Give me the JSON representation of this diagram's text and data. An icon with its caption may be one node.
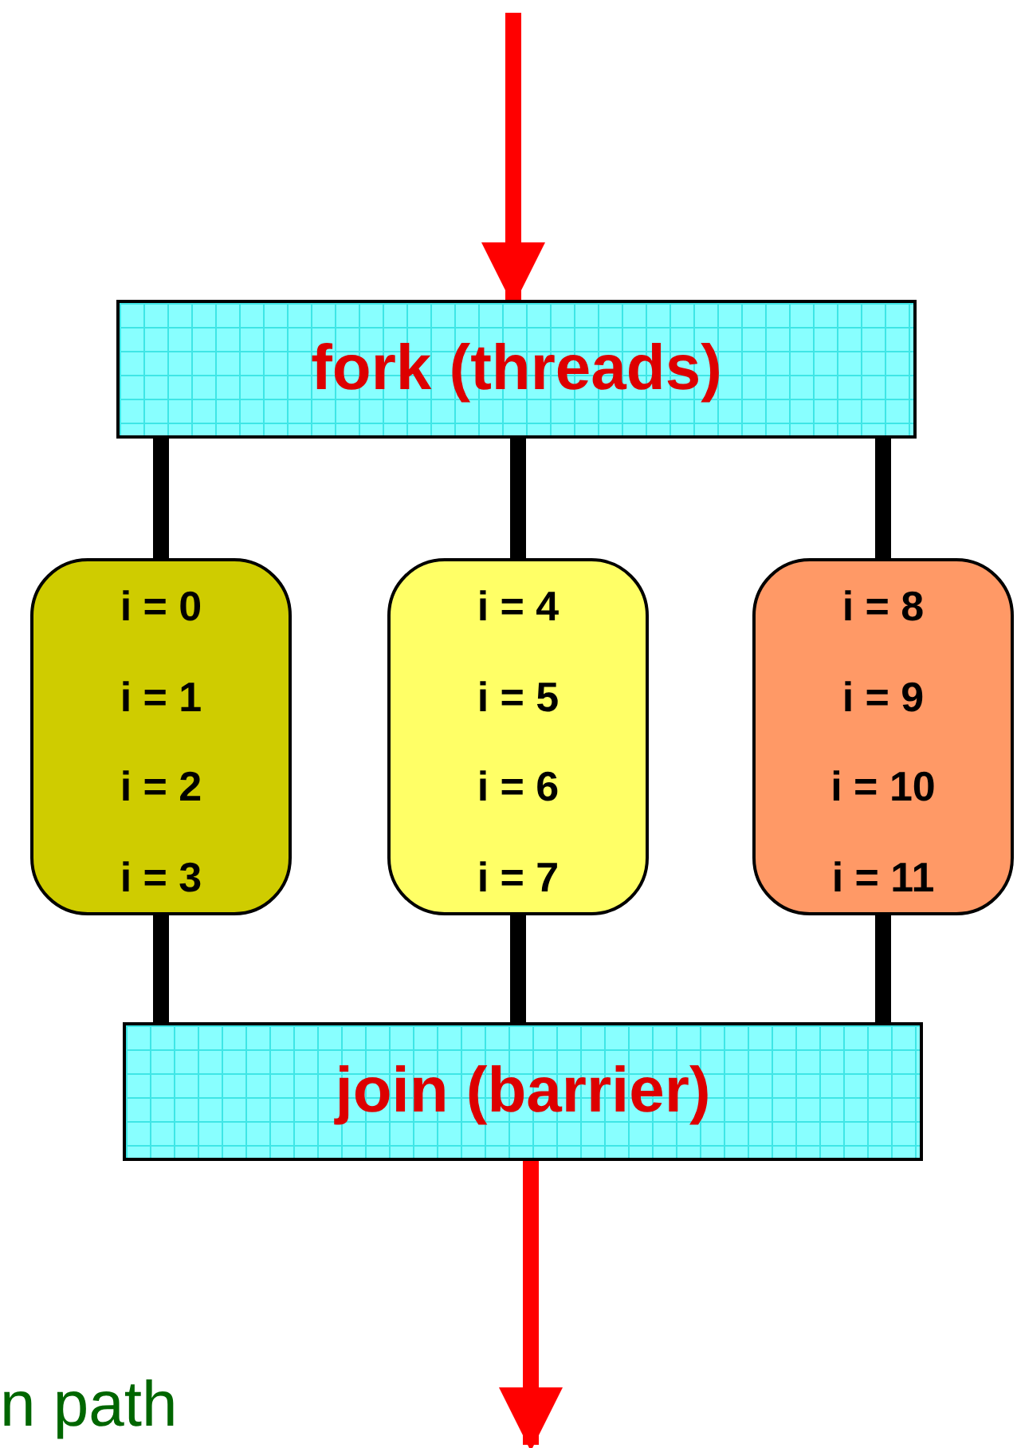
{
  "diagram": {
    "nodes": [
      {
        "text": [
          "fork (threads)"
        ]
      },
      {
        "text": [
          "i = 0",
          "i = 1",
          "i = 2",
          "i = 3"
        ]
      },
      {
        "text": [
          "i = 4",
          "i = 5",
          "i = 6",
          "i = 7"
        ]
      },
      {
        "text": [
          "i = 8",
          "i = 9",
          "i = 10",
          "i = 11"
        ]
      },
      {
        "text": [
          "join (barrier)"
        ]
      }
    ],
    "edges": [
      {
        "from": null,
        "to": 0,
        "arrow": "to",
        "color": "#ff0000"
      },
      {
        "from": 0,
        "to": 1,
        "arrow": "none"
      },
      {
        "from": 0,
        "to": 2,
        "arrow": "none"
      },
      {
        "from": 0,
        "to": 3,
        "arrow": "none"
      },
      {
        "from": 1,
        "to": 4,
        "arrow": "none"
      },
      {
        "from": 2,
        "to": 4,
        "arrow": "none"
      },
      {
        "from": 3,
        "to": 4,
        "arrow": "none"
      },
      {
        "from": 4,
        "to": null,
        "arrow": "to",
        "color": "#ff0000"
      }
    ],
    "labels": [
      "n path"
    ]
  }
}
